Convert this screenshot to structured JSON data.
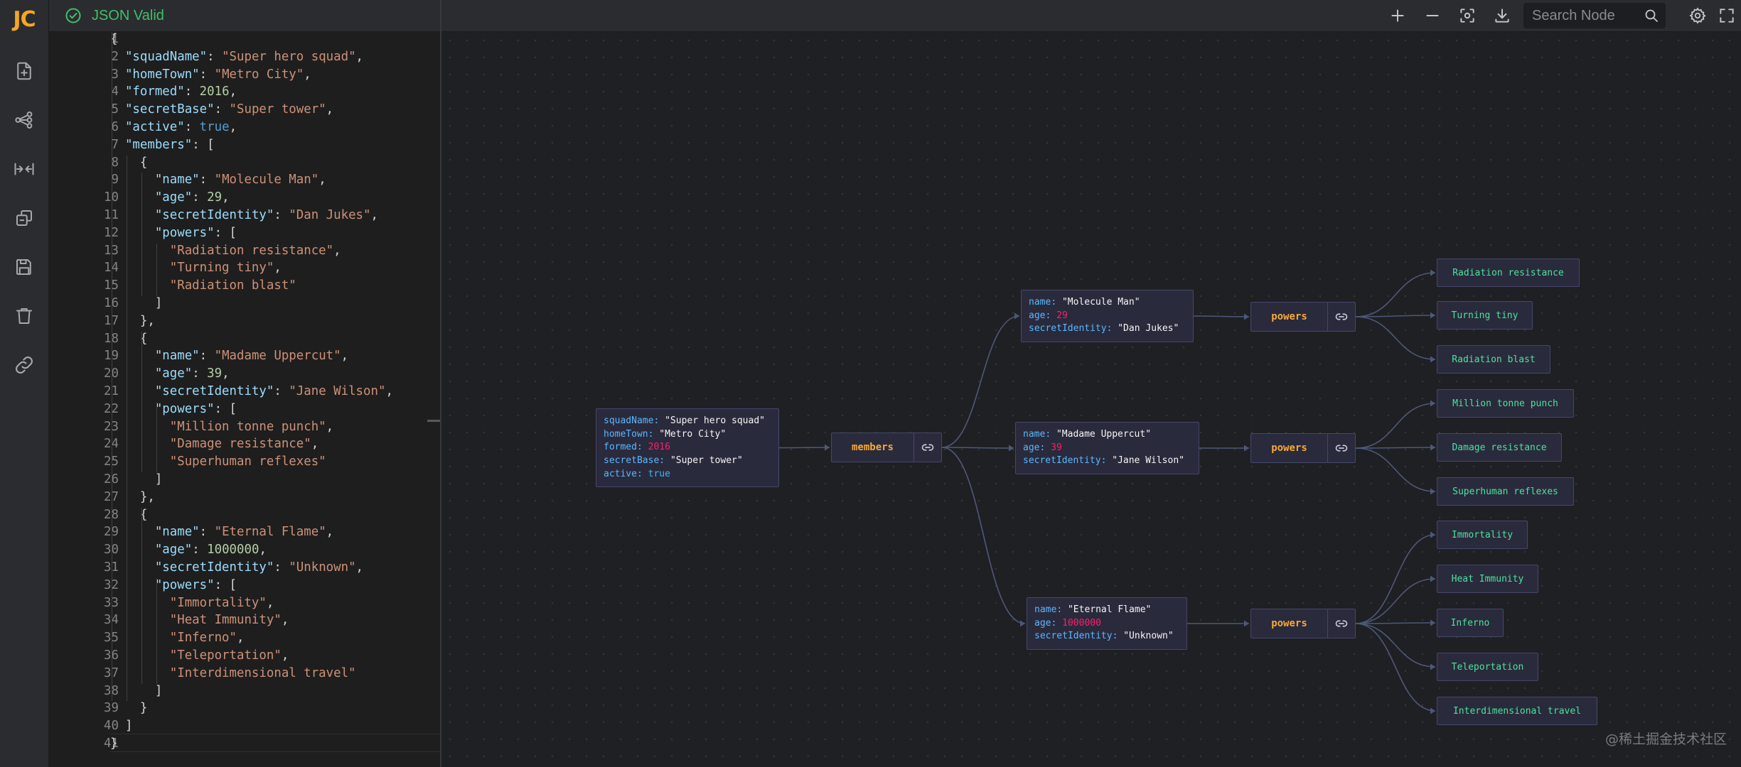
{
  "app": {
    "logo": "JC"
  },
  "status": {
    "text": "JSON Valid"
  },
  "sidebar": {
    "items": [
      {
        "name": "new-file-button",
        "icon": "file-plus-icon"
      },
      {
        "name": "graph-direction-button",
        "icon": "share-graph-icon"
      },
      {
        "name": "fit-view-button",
        "icon": "arrows-collapse-icon"
      },
      {
        "name": "expand-collapse-button",
        "icon": "stack-icon"
      },
      {
        "name": "save-button",
        "icon": "save-icon"
      },
      {
        "name": "clear-button",
        "icon": "trash-icon"
      },
      {
        "name": "share-link-button",
        "icon": "link-icon"
      }
    ]
  },
  "toolbar": {
    "search_placeholder": "Search Node",
    "buttons": [
      "plus-icon",
      "minus-icon",
      "focus-icon",
      "download-icon",
      "settings-icon",
      "fullscreen-icon"
    ]
  },
  "editor": {
    "lines": [
      [
        [
          "p",
          "{"
        ]
      ],
      [
        [
          "p",
          "  "
        ],
        [
          "k",
          "\"squadName\""
        ],
        [
          "p",
          ": "
        ],
        [
          "s",
          "\"Super hero squad\""
        ],
        [
          "p",
          ","
        ]
      ],
      [
        [
          "p",
          "  "
        ],
        [
          "k",
          "\"homeTown\""
        ],
        [
          "p",
          ": "
        ],
        [
          "s",
          "\"Metro City\""
        ],
        [
          "p",
          ","
        ]
      ],
      [
        [
          "p",
          "  "
        ],
        [
          "k",
          "\"formed\""
        ],
        [
          "p",
          ": "
        ],
        [
          "n",
          "2016"
        ],
        [
          "p",
          ","
        ]
      ],
      [
        [
          "p",
          "  "
        ],
        [
          "k",
          "\"secretBase\""
        ],
        [
          "p",
          ": "
        ],
        [
          "s",
          "\"Super tower\""
        ],
        [
          "p",
          ","
        ]
      ],
      [
        [
          "p",
          "  "
        ],
        [
          "k",
          "\"active\""
        ],
        [
          "p",
          ": "
        ],
        [
          "b",
          "true"
        ],
        [
          "p",
          ","
        ]
      ],
      [
        [
          "p",
          "  "
        ],
        [
          "k",
          "\"members\""
        ],
        [
          "p",
          ": ["
        ]
      ],
      [
        [
          "p",
          "    {"
        ]
      ],
      [
        [
          "p",
          "      "
        ],
        [
          "k",
          "\"name\""
        ],
        [
          "p",
          ": "
        ],
        [
          "s",
          "\"Molecule Man\""
        ],
        [
          "p",
          ","
        ]
      ],
      [
        [
          "p",
          "      "
        ],
        [
          "k",
          "\"age\""
        ],
        [
          "p",
          ": "
        ],
        [
          "n",
          "29"
        ],
        [
          "p",
          ","
        ]
      ],
      [
        [
          "p",
          "      "
        ],
        [
          "k",
          "\"secretIdentity\""
        ],
        [
          "p",
          ": "
        ],
        [
          "s",
          "\"Dan Jukes\""
        ],
        [
          "p",
          ","
        ]
      ],
      [
        [
          "p",
          "      "
        ],
        [
          "k",
          "\"powers\""
        ],
        [
          "p",
          ": ["
        ]
      ],
      [
        [
          "p",
          "        "
        ],
        [
          "s",
          "\"Radiation resistance\""
        ],
        [
          "p",
          ","
        ]
      ],
      [
        [
          "p",
          "        "
        ],
        [
          "s",
          "\"Turning tiny\""
        ],
        [
          "p",
          ","
        ]
      ],
      [
        [
          "p",
          "        "
        ],
        [
          "s",
          "\"Radiation blast\""
        ]
      ],
      [
        [
          "p",
          "      ]"
        ]
      ],
      [
        [
          "p",
          "    },"
        ]
      ],
      [
        [
          "p",
          "    {"
        ]
      ],
      [
        [
          "p",
          "      "
        ],
        [
          "k",
          "\"name\""
        ],
        [
          "p",
          ": "
        ],
        [
          "s",
          "\"Madame Uppercut\""
        ],
        [
          "p",
          ","
        ]
      ],
      [
        [
          "p",
          "      "
        ],
        [
          "k",
          "\"age\""
        ],
        [
          "p",
          ": "
        ],
        [
          "n",
          "39"
        ],
        [
          "p",
          ","
        ]
      ],
      [
        [
          "p",
          "      "
        ],
        [
          "k",
          "\"secretIdentity\""
        ],
        [
          "p",
          ": "
        ],
        [
          "s",
          "\"Jane Wilson\""
        ],
        [
          "p",
          ","
        ]
      ],
      [
        [
          "p",
          "      "
        ],
        [
          "k",
          "\"powers\""
        ],
        [
          "p",
          ": ["
        ]
      ],
      [
        [
          "p",
          "        "
        ],
        [
          "s",
          "\"Million tonne punch\""
        ],
        [
          "p",
          ","
        ]
      ],
      [
        [
          "p",
          "        "
        ],
        [
          "s",
          "\"Damage resistance\""
        ],
        [
          "p",
          ","
        ]
      ],
      [
        [
          "p",
          "        "
        ],
        [
          "s",
          "\"Superhuman reflexes\""
        ]
      ],
      [
        [
          "p",
          "      ]"
        ]
      ],
      [
        [
          "p",
          "    },"
        ]
      ],
      [
        [
          "p",
          "    {"
        ]
      ],
      [
        [
          "p",
          "      "
        ],
        [
          "k",
          "\"name\""
        ],
        [
          "p",
          ": "
        ],
        [
          "s",
          "\"Eternal Flame\""
        ],
        [
          "p",
          ","
        ]
      ],
      [
        [
          "p",
          "      "
        ],
        [
          "k",
          "\"age\""
        ],
        [
          "p",
          ": "
        ],
        [
          "n",
          "1000000"
        ],
        [
          "p",
          ","
        ]
      ],
      [
        [
          "p",
          "      "
        ],
        [
          "k",
          "\"secretIdentity\""
        ],
        [
          "p",
          ": "
        ],
        [
          "s",
          "\"Unknown\""
        ],
        [
          "p",
          ","
        ]
      ],
      [
        [
          "p",
          "      "
        ],
        [
          "k",
          "\"powers\""
        ],
        [
          "p",
          ": ["
        ]
      ],
      [
        [
          "p",
          "        "
        ],
        [
          "s",
          "\"Immortality\""
        ],
        [
          "p",
          ","
        ]
      ],
      [
        [
          "p",
          "        "
        ],
        [
          "s",
          "\"Heat Immunity\""
        ],
        [
          "p",
          ","
        ]
      ],
      [
        [
          "p",
          "        "
        ],
        [
          "s",
          "\"Inferno\""
        ],
        [
          "p",
          ","
        ]
      ],
      [
        [
          "p",
          "        "
        ],
        [
          "s",
          "\"Teleportation\""
        ],
        [
          "p",
          ","
        ]
      ],
      [
        [
          "p",
          "        "
        ],
        [
          "s",
          "\"Interdimensional travel\""
        ]
      ],
      [
        [
          "p",
          "      ]"
        ]
      ],
      [
        [
          "p",
          "    }"
        ]
      ],
      [
        [
          "p",
          "  ]"
        ]
      ],
      [
        [
          "p",
          "}"
        ]
      ]
    ]
  },
  "graph": {
    "root": [
      {
        "k": "squadName",
        "v": "\"Super hero squad\"",
        "t": "s"
      },
      {
        "k": "homeTown",
        "v": "\"Metro City\"",
        "t": "s"
      },
      {
        "k": "formed",
        "v": "2016",
        "t": "n"
      },
      {
        "k": "secretBase",
        "v": "\"Super tower\"",
        "t": "s"
      },
      {
        "k": "active",
        "v": "true",
        "t": "b"
      }
    ],
    "members_label": "members",
    "members": [
      {
        "fields": [
          {
            "k": "name",
            "v": "\"Molecule Man\"",
            "t": "s"
          },
          {
            "k": "age",
            "v": "29",
            "t": "n"
          },
          {
            "k": "secretIdentity",
            "v": "\"Dan Jukes\"",
            "t": "s"
          }
        ],
        "powers_label": "powers",
        "powers": [
          "Radiation resistance",
          "Turning tiny",
          "Radiation blast"
        ]
      },
      {
        "fields": [
          {
            "k": "name",
            "v": "\"Madame Uppercut\"",
            "t": "s"
          },
          {
            "k": "age",
            "v": "39",
            "t": "n"
          },
          {
            "k": "secretIdentity",
            "v": "\"Jane Wilson\"",
            "t": "s"
          }
        ],
        "powers_label": "powers",
        "powers": [
          "Million tonne punch",
          "Damage resistance",
          "Superhuman reflexes"
        ]
      },
      {
        "fields": [
          {
            "k": "name",
            "v": "\"Eternal Flame\"",
            "t": "s"
          },
          {
            "k": "age",
            "v": "1000000",
            "t": "n"
          },
          {
            "k": "secretIdentity",
            "v": "\"Unknown\"",
            "t": "s"
          }
        ],
        "powers_label": "powers",
        "powers": [
          "Immortality",
          "Heat Immunity",
          "Inferno",
          "Teleportation",
          "Interdimensional travel"
        ]
      }
    ]
  },
  "watermark": "@稀土掘金技术社区",
  "colors": {
    "accent": "#f5a623",
    "valid": "#3fc06a",
    "node_bg": "#2a2a3d",
    "node_border": "#45466b",
    "key": "#59b8ff",
    "array_label": "#f7a937",
    "string_node": "#4ce39a",
    "number": "#ff1e6b"
  }
}
